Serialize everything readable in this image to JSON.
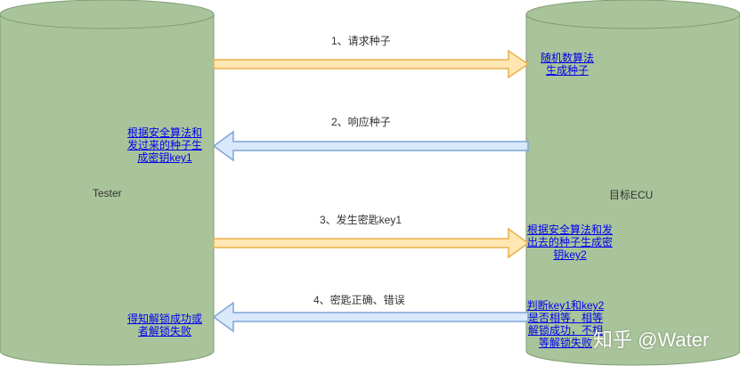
{
  "participants": {
    "tester": "Tester",
    "ecu": "目标ECU"
  },
  "messages": [
    {
      "label": "1、请求种子",
      "direction": "right",
      "style": "orange"
    },
    {
      "label": "2、响应种子",
      "direction": "left",
      "style": "blue"
    },
    {
      "label": "3、发生密匙key1",
      "direction": "right",
      "style": "orange"
    },
    {
      "label": "4、密匙正确、错误",
      "direction": "left",
      "style": "blue"
    }
  ],
  "notes": {
    "ecu_seed_l1": "随机数算法",
    "ecu_seed_l2": "生成种子",
    "tester_key_l1": "根据安全算法和",
    "tester_key_l2": "发过来的种子生",
    "tester_key_l3": "成密钥key1",
    "ecu_key_l1": "根据安全算法和发",
    "ecu_key_l2": "出去的种子生成密",
    "ecu_key_l3": "钥key2",
    "ecu_judge_l1": "判断key1和key2",
    "ecu_judge_l2": "是否相等，相等",
    "ecu_judge_l3": "解锁成功，不相",
    "ecu_judge_l4": "等解锁失败",
    "tester_result_l1": "得知解锁成功或",
    "tester_result_l2": "者解锁失败"
  },
  "watermark": "知乎 @Water",
  "colors": {
    "cylinder_fill": "#a9c49a",
    "cylinder_stroke": "#7f9c72",
    "orange_fill": "#ffe6b3",
    "orange_stroke": "#e8b04a",
    "blue_fill": "#dae8fc",
    "blue_stroke": "#7ea6d4",
    "link_text": "#0000ee"
  }
}
